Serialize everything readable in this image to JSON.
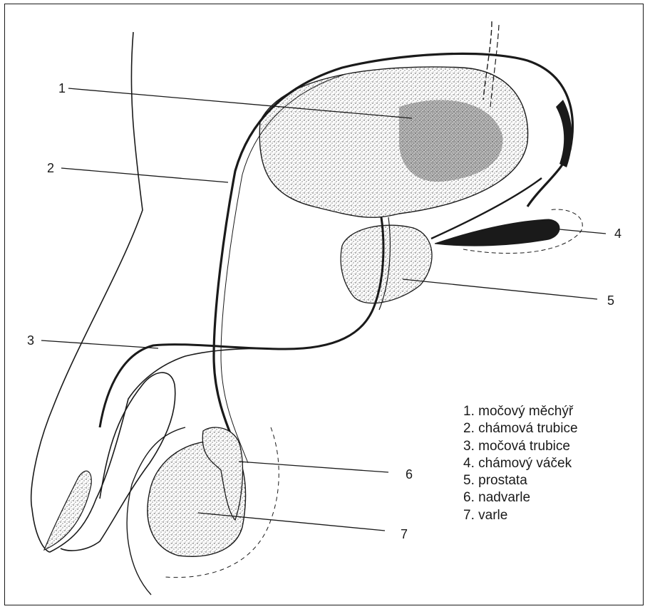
{
  "callouts": [
    {
      "number": "1",
      "text": "1. močový měchýř"
    },
    {
      "number": "2",
      "text": "2. chámová trubice"
    },
    {
      "number": "3",
      "text": "3. močová trubice"
    },
    {
      "number": "4",
      "text": "4. chámový váček"
    },
    {
      "number": "5",
      "text": "5. prostata"
    },
    {
      "number": "6",
      "text": "6. nadvarle"
    },
    {
      "number": "7",
      "text": "7. varle"
    }
  ],
  "colors": {
    "ink": "#1a1a1a",
    "shading": "#3a3a3a",
    "background": "#ffffff"
  }
}
